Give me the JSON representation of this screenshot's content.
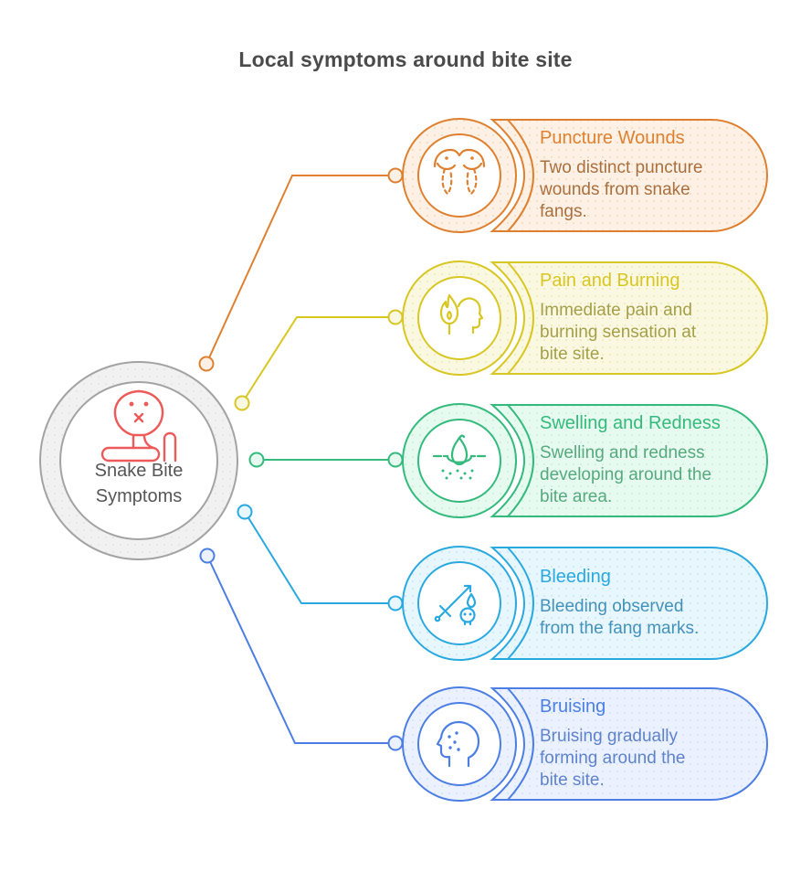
{
  "title": "Local symptoms around bite site",
  "center": {
    "label": "Snake Bite\nSymptoms",
    "icon": "cobra-icon",
    "icon_color": "#EE5A5A",
    "ring_color": "#A3A3A3"
  },
  "items": [
    {
      "title": "Puncture Wounds",
      "description": "Two distinct puncture\nwounds from snake\nfangs.",
      "icon": "torso-puncture-wounds-icon",
      "colors": {
        "accent": "#DF8030",
        "text": "#AB7040",
        "tint": "#FCF1E4"
      }
    },
    {
      "title": "Pain and Burning",
      "description": "Immediate pain and\nburning sensation at\nbite site.",
      "icon": "flame-head-pain-icon",
      "colors": {
        "accent": "#D8C622",
        "text": "#A49F48",
        "tint": "#FBF8E2"
      }
    },
    {
      "title": "Swelling and Redness",
      "description": "Swelling and redness\ndeveloping around the\nbite area.",
      "icon": "droplet-skin-swelling-icon",
      "colors": {
        "accent": "#34BA7C",
        "text": "#57A97E",
        "tint": "#E7FAF0"
      }
    },
    {
      "title": "Bleeding",
      "description": "Bleeding observed\nfrom the fang marks.",
      "icon": "sword-skull-bleeding-icon",
      "colors": {
        "accent": "#2AA9E0",
        "text": "#4492BA",
        "tint": "#E8F6FD"
      }
    },
    {
      "title": "Bruising",
      "description": "Bruising gradually\nforming around the\nbite site.",
      "icon": "bruised-head-icon",
      "colors": {
        "accent": "#4C7EE4",
        "text": "#5F82CC",
        "tint": "#EBF2FD"
      }
    }
  ]
}
